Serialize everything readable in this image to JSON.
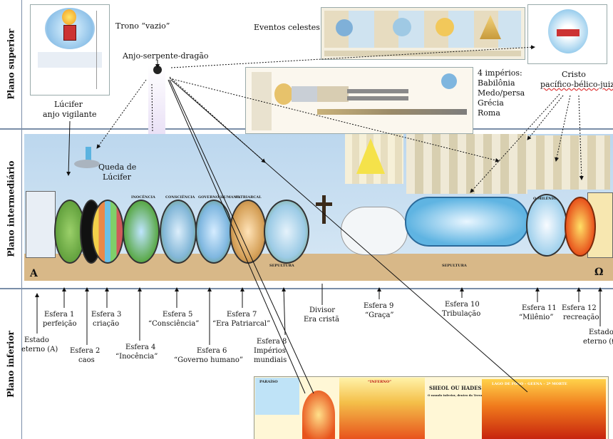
{
  "bands": {
    "superior": "Plano superior",
    "intermediario": "Plano intermediário",
    "inferior": "Plano inferior"
  },
  "labels": {
    "trono": "Trono “vazio”",
    "eventos": "Eventos celestes",
    "anjo": "Anjo-serpente-dragão",
    "imperios_title": "4 impérios:",
    "babilonia": "Babilônia",
    "medo": "Medo/persa",
    "grecia": "Grécia",
    "roma": "Roma",
    "cristo_1": "Cristo",
    "cristo_2": "pacífico-bélico-juiz",
    "lucifer_1": "Lúcifer",
    "lucifer_2": "anjo vigilante",
    "queda_1": "Queda de",
    "queda_2": "Lúcifer"
  },
  "bottom_labels": {
    "estado_a_1": "Estado",
    "estado_a_2": "eterno (A)",
    "e1_1": "Esfera 1",
    "e1_2": "perfeição",
    "e2_1": "Esfera 2",
    "e2_2": "caos",
    "e3_1": "Esfera 3",
    "e3_2": "criação",
    "e4_1": "Esfera 4",
    "e4_2": "“Inocência”",
    "e5_1": "Esfera 5",
    "e5_2": "“Consciência”",
    "e6_1": "Esfera 6",
    "e6_2": "“Governo humano”",
    "e7_1": "Esfera 7",
    "e7_2": "“Era Patriarcal”",
    "e8_1": "Esfera 8",
    "e8_2": "Impérios",
    "e8_3": "mundiais",
    "div_1": "Divisor",
    "div_2": "Era cristã",
    "e9_1": "Esfera 9",
    "e9_2": "“Graça”",
    "e10_1": "Esfera 10",
    "e10_2": "Tribulação",
    "e11_1": "Esfera 11",
    "e11_2": "“Milênio”",
    "e12_1": "Esfera 12",
    "e12_2": "recreação",
    "estado_o_1": "Estado",
    "estado_o_2": "eterno (Ω)"
  },
  "chart_caps": {
    "inocencia": "INOCÊNCIA",
    "consciencia": "CONSCIÊNCIA",
    "governo": "GOVERNO HUMANO",
    "patriarcal": "PATRIARCAL",
    "milenio": "O MILÊNIO",
    "sepultura": "SEPULTURA",
    "paraiso": "PARAÍSO",
    "inferno": "“INFERNO”",
    "sheol_1": "SHEOL OU HADES",
    "sheol_2": "O mundo inferior, dentro da Terra",
    "lago": "LAGO DE FOGO – GEENA – 2ª MORTE",
    "alpha": "A",
    "omega": "Ω"
  },
  "colors": {
    "band_sep": "#7a8ea8",
    "sky": "#a9cde8",
    "earth": "#d9b98a",
    "fire": "#e8531c"
  }
}
